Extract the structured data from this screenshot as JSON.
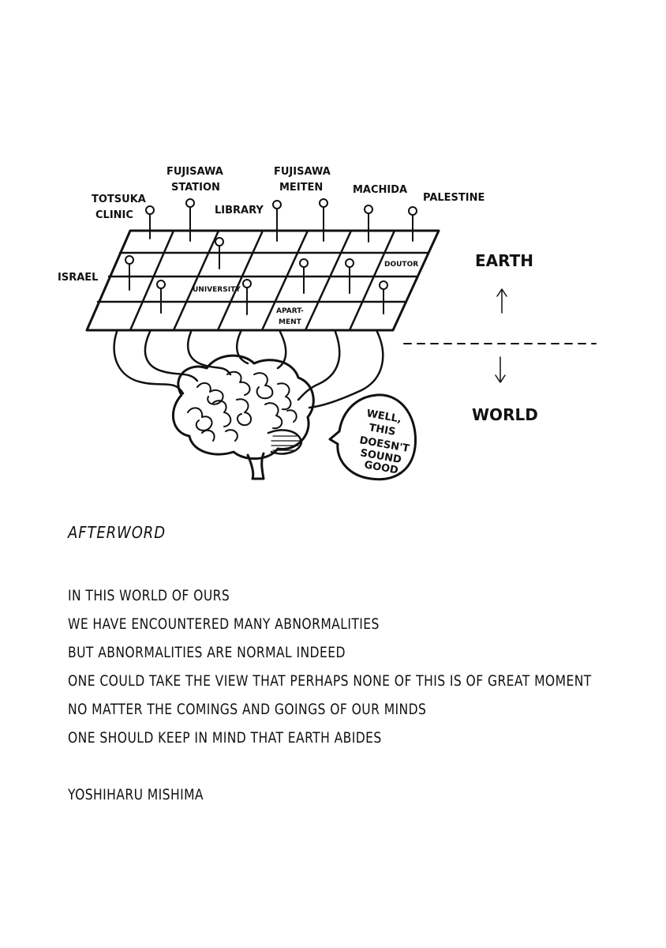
{
  "illustration": {
    "grid_labels": {
      "totsuka_clinic": [
        "TOTSUKA",
        "CLINIC"
      ],
      "fujisawa_station": [
        "FUJISAWA",
        "STATION"
      ],
      "library": "LIBRARY",
      "fujisawa_meiten": [
        "FUJISAWA",
        "MEITEN"
      ],
      "machida": "MACHIDA",
      "palestine": "PALESTINE",
      "israel": "ISRAEL",
      "university": "UNIVERSITY",
      "apartment": [
        "APART-",
        "MENT"
      ],
      "doutor": "DOUTOR"
    },
    "earth_label": "EARTH",
    "world_label": "WORLD",
    "speech_bubble": [
      "WELL,",
      "THIS",
      "DOESN'T",
      "SOUND",
      "GOOD."
    ]
  },
  "afterword": {
    "title": "AFTERWORD",
    "lines": [
      "IN THIS WORLD OF OURS",
      "WE HAVE ENCOUNTERED MANY ABNORMALITIES",
      "BUT ABNORMALITIES ARE NORMAL INDEED",
      "ONE COULD TAKE THE VIEW THAT PERHAPS NONE OF THIS IS OF GREAT MOMENT",
      "NO MATTER THE COMINGS AND GOINGS OF OUR MINDS",
      "ONE SHOULD KEEP IN MIND THAT EARTH ABIDES"
    ],
    "author": "YOSHIHARU MISHIMA"
  }
}
